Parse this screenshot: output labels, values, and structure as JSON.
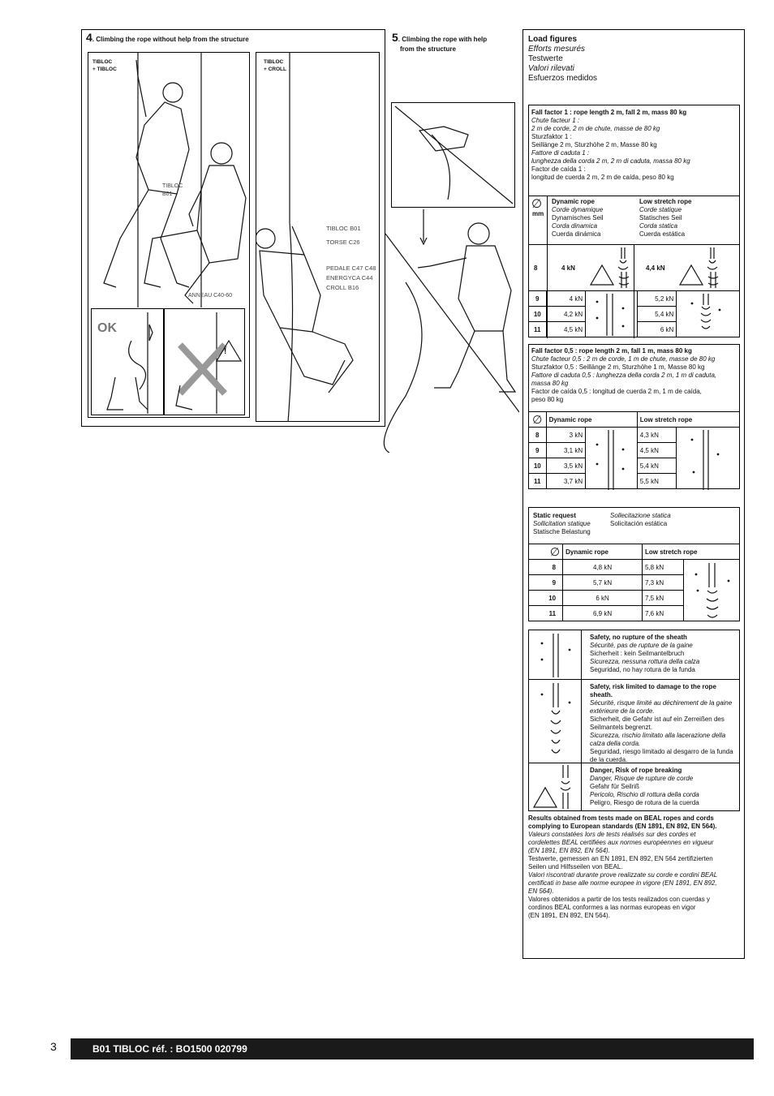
{
  "section4": {
    "number": "4",
    "title": ". Climbing the rope without help from the structure",
    "panel_left_label_1": "TIBLOC",
    "panel_left_label_2": "+ TIBLOC",
    "panel_right_label_1": "TIBLOC",
    "panel_right_label_2": "+ CROLL",
    "callout_tibloc": "TIBLOC B01",
    "callout_anneau": "ANNEAU C40-60",
    "callout_tibloc2": "TIBLOC B01",
    "callout_torse": "TORSE C26",
    "callout_pedale": "PEDALE C47 C48",
    "callout_energy": "ENERGYCA C44",
    "callout_croll": "CROLL B16",
    "ok_label": "OK"
  },
  "section5": {
    "number": "5",
    "title_line1": ". Climbing the rope with help",
    "title_line2": "from the structure"
  },
  "load": {
    "title": "Load figures",
    "lines": [
      "Efforts mesurés",
      "Testwerte",
      "Valori rilevati",
      "Esfuerzos medidos"
    ],
    "ff1": {
      "heading": "Fall factor 1 : rope length 2 m, fall 2 m, mass 80 kg",
      "l1": "Chute facteur 1 :",
      "l2": "2 m de corde, 2 m de chute, masse de 80 kg",
      "l3": "Sturzfaktor 1 :",
      "l4": "Seillänge 2 m, Sturzhöhe 2 m, Masse 80 kg",
      "l5": "Fattore di caduta 1 :",
      "l6": "lunghezza della corda 2 m, 2 m di caduta, massa 80 kg",
      "l7": "Factor de caída 1 :",
      "l8": "longitud de cuerda 2 m, 2 m de caída, peso 80 kg"
    },
    "header": {
      "diam": "∅",
      "mm": "mm",
      "dyn": [
        "Dynamic rope",
        "Corde dynamique",
        "Dynamisches Seil",
        "Corda dinamica",
        "Cuerda dinámica"
      ],
      "low": [
        "Low stretch rope",
        "Corde statique",
        "Statisches Seil",
        "Corda statica",
        "Cuerda estática"
      ]
    },
    "table1": [
      {
        "d": "8",
        "dyn": "4 kN",
        "low": "4,4 kN"
      },
      {
        "d": "9",
        "dyn": "4 kN",
        "low": "5,2 kN"
      },
      {
        "d": "10",
        "dyn": "4,2 kN",
        "low": "5,4 kN"
      },
      {
        "d": "11",
        "dyn": "4,5 kN",
        "low": "6 kN"
      }
    ],
    "ff05": {
      "heading": "Fall factor 0,5 : rope length 2 m, fall 1 m, mass 80 kg",
      "l1": "Chute facteur 0,5 : 2 m de corde, 1 m de chute, masse de 80 kg",
      "l2": "Sturzfaktor 0,5 : Seillänge 2 m, Sturzhöhe 1 m, Masse 80 kg",
      "l3": "Fattore di caduta 0,5 : lunghezza della corda 2 m, 1 m di caduta,",
      "l4": "massa 80 kg",
      "l5": "Factor de caída 0,5 : longitud de cuerda 2 m, 1 m de caída,",
      "l6": "peso 80 kg"
    },
    "table2_head": {
      "dyn": "Dynamic rope",
      "low": "Low stretch rope"
    },
    "table2": [
      {
        "d": "8",
        "dyn": "3 kN",
        "low": "4,3 kN"
      },
      {
        "d": "9",
        "dyn": "3,1 kN",
        "low": "4,5 kN"
      },
      {
        "d": "10",
        "dyn": "3,5 kN",
        "low": "5,4 kN"
      },
      {
        "d": "11",
        "dyn": "3,7 kN",
        "low": "5,5 kN"
      }
    ],
    "static": {
      "l1": "Static request",
      "l2": "Sollicitation statique",
      "l3": "Statische Belastung",
      "r1": "Sollecitazione statica",
      "r2": "Solicitación estática"
    },
    "table3_head": {
      "dyn": "Dynamic rope",
      "low": "Low stretch rope"
    },
    "table3": [
      {
        "d": "8",
        "dyn": "4,8 kN",
        "low": "5,8 kN"
      },
      {
        "d": "9",
        "dyn": "5,7 kN",
        "low": "7,3 kN"
      },
      {
        "d": "10",
        "dyn": "6 kN",
        "low": "7,5 kN"
      },
      {
        "d": "11",
        "dyn": "6,9 kN",
        "low": "7,6 kN"
      }
    ],
    "legend": {
      "safe": [
        "Safety, no rupture of the sheath",
        "Sécurité, pas de rupture de la gaine",
        "Sicherheit : kein Seilmantelbruch",
        "Sicurezza, nessuna rottura della calza",
        "Seguridad, no hay rotura de la funda"
      ],
      "risk": [
        "Safety, risk limited to damage to the rope sheath.",
        "Sécurité, risque limité au déchirement de la gaine",
        "extérieure de la corde.",
        "Sicherheit, die Gefahr ist auf ein Zerreißen des",
        "Seilmantels begrenzt.",
        "Sicurezza, rischio limitato alla lacerazione della",
        "calza della corda.",
        "Seguridad, riesgo limitado al desgarro de la funda",
        "de la cuerda."
      ],
      "danger": [
        "Danger, Risk of rope breaking",
        "Danger, Risque de rupture de corde",
        "Gefahr für Seilriß",
        "Pericolo, Rischio di rottura della corda",
        "Peligro, Riesgo de rotura de la cuerda"
      ]
    },
    "results": {
      "b1": "Results obtained from tests made on BEAL ropes and cords",
      "b2": "complying to European standards (EN 1891, EN 892, EN 564).",
      "f1": "Valeurs constatées lors de tests réalisés sur des cordes et",
      "f2": "cordelettes BEAL certifiées aux normes européennes en vigueur",
      "f3": "(EN 1891, EN 892, EN 564).",
      "g1": "Testwerte, gemessen an EN 1891, EN 892, EN 564 zertifizierten",
      "g2": "Seilen und Hilfsseilen von BEAL.",
      "it1": "Valori riscontrati durante prove realizzate su corde e cordini BEAL",
      "it2": "certificati in base alle norme europee in vigore (EN 1891, EN 892,",
      "it3": "EN 564).",
      "es1": "Valores obtenidos a partir de los tests realizados con cuerdas y",
      "es2": "cordinos BEAL conformes a las normas europeas en vigor",
      "es3": "(EN 1891, EN 892, EN 564)."
    }
  },
  "footer": {
    "page": "3",
    "ref": "B01 TIBLOC réf. : BO1500 020799"
  }
}
